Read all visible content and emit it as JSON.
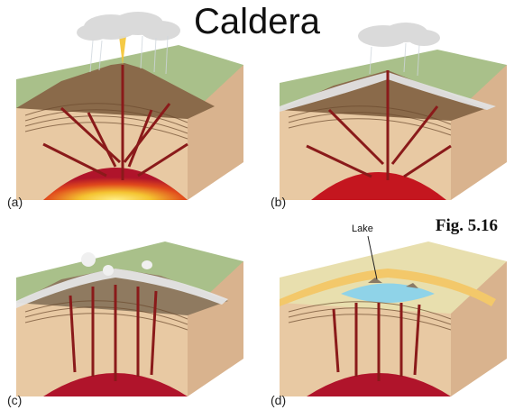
{
  "title": "Caldera",
  "figure_label": "Fig. 5.16",
  "panels": [
    {
      "label": "(a)"
    },
    {
      "label": "(b)"
    },
    {
      "label": "(c)"
    },
    {
      "label": "(d)"
    }
  ],
  "lake_label": "Lake",
  "colors": {
    "grass": "#a9c08a",
    "crust_side": "#e8c9a3",
    "crust_strata": "#6b4a2e",
    "magma_hot": "#f4c431",
    "magma_mid": "#e0481c",
    "magma_deep": "#b0142b",
    "dike": "#8a1a1a",
    "ash": "#d9d9d9",
    "lake": "#8fd3e8"
  }
}
